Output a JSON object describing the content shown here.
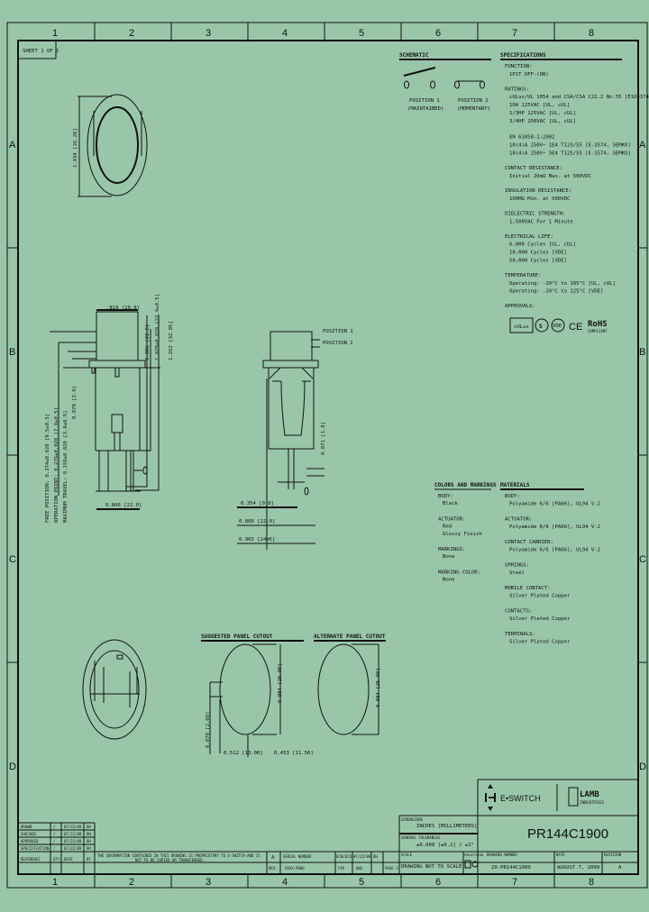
{
  "sheet": "SHEET 1 OF 1",
  "colors": {
    "background": "#99c6a9",
    "ink": "#111111"
  },
  "grid": {
    "columns": [
      "1",
      "2",
      "3",
      "4",
      "5",
      "6",
      "7",
      "8"
    ],
    "rows": [
      "A",
      "B",
      "C",
      "D"
    ]
  },
  "schematic": {
    "title": "SCHEMATIC",
    "pos1": "POSITION 1",
    "pos1_note": "(MAINTAINED)",
    "pos2": "POSITION 2",
    "pos2_note": "(MOMENTARY)"
  },
  "specifications": {
    "title": "SPECIFICATIONS",
    "sections": [
      {
        "heading": "FUNCTION:",
        "lines": [
          "1P1T OFF-(ON)"
        ]
      },
      {
        "heading": "RATINGS:",
        "lines": [
          "cULus/UL 1054 and CSA/CSA C22.2 No.55 [E164374]:",
          "10A 125VAC [UL, cUL]",
          "1/3HP 125VAC [UL, cUL]",
          "3/4HP 250VAC [UL, cUL]",
          "",
          "EN 61058-1:2002",
          "10(4)A 250V~ 1E4 T125/55 [E-3574, SEMKO]",
          "10(4)A 250V~ 5E4 T125/55 [E-3574, SEMKO]"
        ]
      },
      {
        "heading": "CONTACT RESISTANCE:",
        "lines": [
          "Initial 20mΩ Max. at 500VDC"
        ]
      },
      {
        "heading": "INSULATION RESISTANCE:",
        "lines": [
          "100MΩ Min. at 500VDC"
        ]
      },
      {
        "heading": "DIELECTRIC STRENGTH:",
        "lines": [
          "1,500VAC For 1 Minute"
        ]
      },
      {
        "heading": "ELECTRICAL LIFE:",
        "lines": [
          "6,000 Cycles [UL, cUL]",
          "10,000 Cycles [VDE]",
          "50,000 Cycles [VDE]"
        ]
      },
      {
        "heading": "TEMPERATURE:",
        "lines": [
          "Operating: -20°C to 105°C [UL, cUL]",
          "Operating: -20°C to 125°C [VDE]"
        ]
      },
      {
        "heading": "APPROVALS:",
        "lines": []
      }
    ],
    "approvals": {
      "rohs": "RoHS",
      "rohs_sub": "COMPLIANT"
    }
  },
  "views": {
    "top_dim": "1.034 [26.26]",
    "side": {
      "width_top": ".819 [20.8]",
      "h1": "0.886 [22.5]",
      "h2": "1.079±0.020 [27.4±0.5]",
      "h3": "1.262 [32.05]",
      "free_position": "FREE POSITION: 0.374±0.020 [9.5±0.5]",
      "operation_point": "OPERATION POINT: 0.276±0.020 [7.0±0.5]",
      "maximum_travel": "MAXIMUM TRAVEL: 0.150±0.020 [3.8±0.5]",
      "small": "0.079 [2.0]",
      "base_width": "0.866 [22.0]"
    },
    "front": {
      "pos1": "POSITION 1",
      "pos2": "POSITION 2",
      "v1": "0.071 [1.8]",
      "w1": "0.354 [9.0]",
      "w2": "0.866 [22.0]",
      "w3": "0.965 [24.5]"
    },
    "cutout": {
      "title": "SUGGESTED PANEL CUTOUT",
      "height": "0.984 [25.00]",
      "left": "0.079 [2.00]",
      "b1": "0.512 [13.00]",
      "b2": "0.453 [11.50]"
    },
    "alt_cutout": {
      "title": "ALTERNATE PANEL CUTOUT",
      "height": "0.984 [25.00]"
    }
  },
  "colors_markings": {
    "title": "COLORS AND MARKINGS",
    "sections": [
      {
        "heading": "BODY:",
        "lines": [
          "Black"
        ]
      },
      {
        "heading": "ACTUATOR:",
        "lines": [
          "Red",
          "Glossy Finish"
        ]
      },
      {
        "heading": "MARKINGS:",
        "lines": [
          "None"
        ]
      },
      {
        "heading": "MARKING COLOR:",
        "lines": [
          "None"
        ]
      }
    ]
  },
  "materials": {
    "title": "MATERIALS",
    "sections": [
      {
        "heading": "BODY:",
        "lines": [
          "Polyamide 6/6 [PA66], UL94 V-2"
        ]
      },
      {
        "heading": "ACTUATOR:",
        "lines": [
          "Polyamide 6/6 [PA66], UL94 V-2"
        ]
      },
      {
        "heading": "CONTACT CARRIER:",
        "lines": [
          "Polyamide 6/6 [PA66], UL94 V-2"
        ]
      },
      {
        "heading": "SPRINGS:",
        "lines": [
          "Steel"
        ]
      },
      {
        "heading": "MOBILE CONTACT:",
        "lines": [
          "Silver Plated Copper"
        ]
      },
      {
        "heading": "CONTACTS:",
        "lines": [
          "Silver Plated Copper"
        ]
      },
      {
        "heading": "TERMINALS:",
        "lines": [
          "Silver Plated Copper"
        ]
      }
    ]
  },
  "title_block": {
    "brand": "E•SWITCH",
    "brand2": "LAMB",
    "brand2_sub": "INDUSTRIES",
    "part_number": "PR144C1900",
    "dimensions_label": "DIMENSIONS",
    "dimensions_value": "INCHES [MILLIMETERS]",
    "tolerance_label": "GENERAL TOLERANCES",
    "tolerance_value": "±0.008 [±0.2] / ±1°",
    "scale_label": "SCALE",
    "scale_value": "DRAWING NOT TO SCALE",
    "projection_label": "PROJECTION",
    "drawing_number_label": "DRAWING NUMBER",
    "drawing_number": "20-PR144C1900",
    "date_label": "DATE",
    "date": "AUGUST 7, 2009",
    "revision_label": "REVISION",
    "revision": "A",
    "approvals_rows": [
      {
        "label": "DRAWN",
        "qty": "/",
        "date": "07/22/09",
        "by": "DH"
      },
      {
        "label": "CHECKED",
        "qty": "/",
        "date": "07/22/09",
        "by": "DH"
      },
      {
        "label": "APPROVED",
        "qty": "/",
        "date": "07/22/09",
        "by": "DH"
      },
      {
        "label": "SPECIFICATION",
        "qty": "/",
        "date": "07/22/09",
        "by": "DH"
      },
      {
        "label": "REFERENCE",
        "qty": "QTY.",
        "date": "DATE",
        "by": "BY"
      }
    ],
    "notice_line1": "THE INFORMATION CONTAINED IN THIS DRAWING IS PROPRIETARY TO E-SWITCH AND IS",
    "notice_line2": "NOT TO BE COPIED OR TRANSFERRED",
    "rev_value": "A",
    "rev_label": "REV.",
    "serial_label": "SERIAL NUMBER",
    "serial_value": "XXXX-PR09",
    "eco_label": "ECN/ECO",
    "eco_date": "07/22/09",
    "eco_by": "DH",
    "fap": "FAP",
    "dwg": "DWG",
    "page": "PAGE 1"
  }
}
